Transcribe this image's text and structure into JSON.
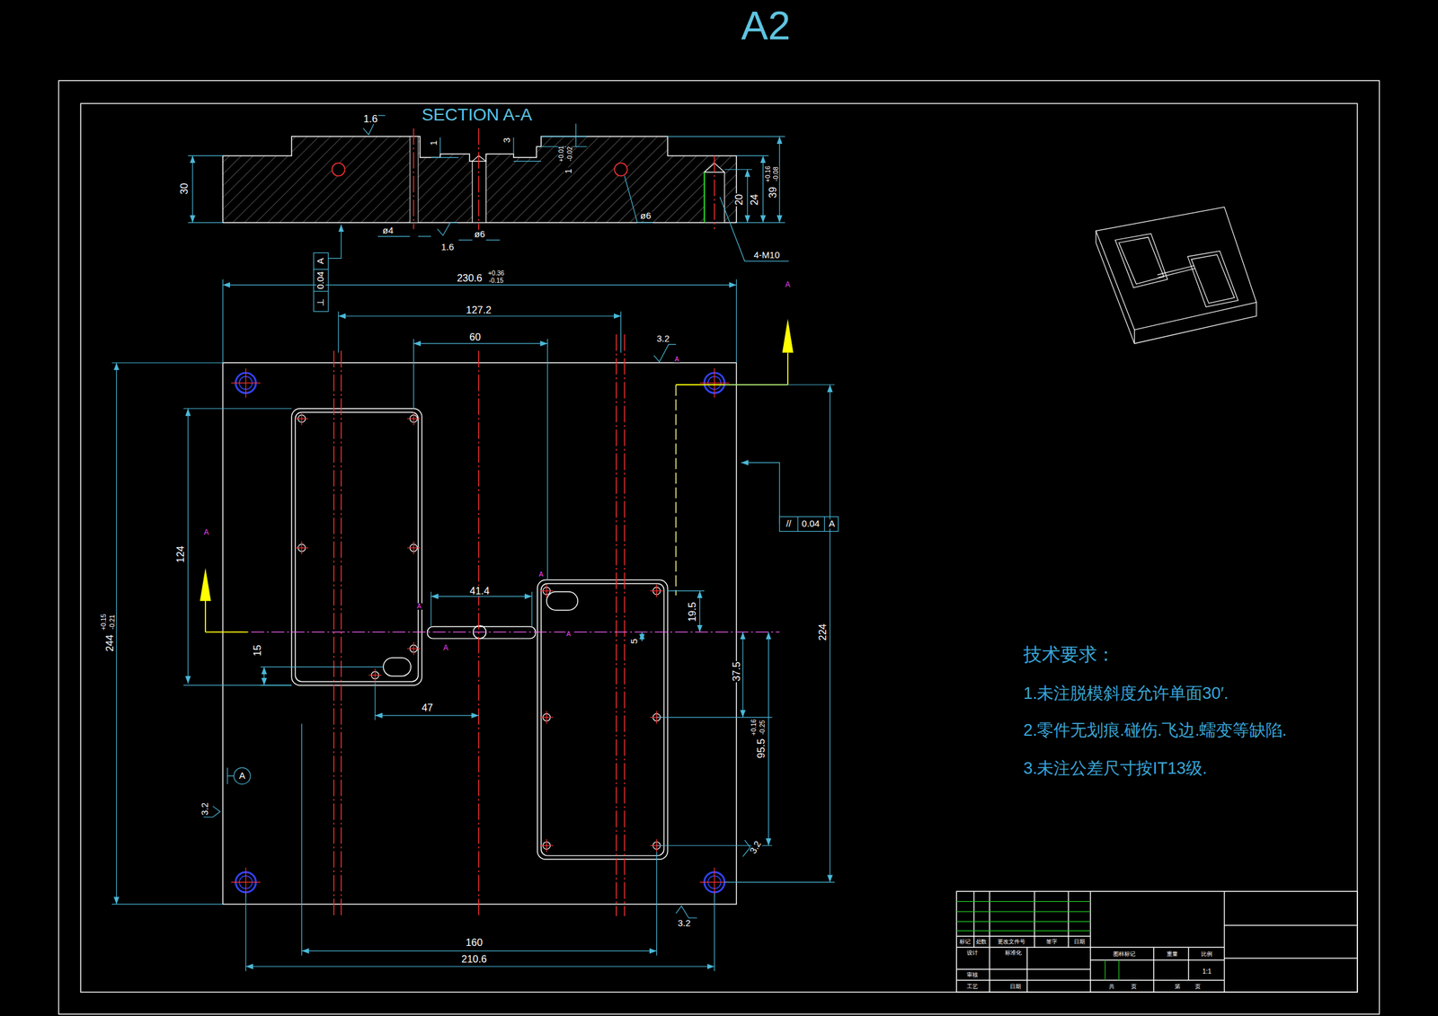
{
  "diagram": {
    "labels": [
      "A2",
      "SECTION A-A",
      "1.6",
      "30",
      "1",
      "3",
      "1",
      "+0.01",
      "-0.02",
      "20",
      "24",
      "39",
      "+0.16",
      "-0.08",
      "ø4",
      "1.6",
      "ø6",
      "ø6",
      "4-M10",
      "A",
      "0.04",
      "⊥",
      "230.6",
      "+0.36",
      "-0.15",
      "127.2",
      "60",
      "3.2",
      "A",
      "A",
      "124",
      "A",
      "244",
      "+0.15",
      "-0.21",
      "41.4",
      "A",
      "A",
      "19.5",
      "A",
      "5",
      "15",
      "A",
      "37.5",
      "47",
      "95.5",
      "+0.16",
      "-0.25",
      "224",
      "//",
      "0.04",
      "A",
      "A",
      "3.2",
      "3.2",
      "3.2",
      "160",
      "210.6",
      "技术要求：",
      "1.未注脱模斜度允许单面30′.",
      "2.零件无划痕.碰伤.飞边.蠕变等缺陷.",
      "3.未注公差尺寸按IT13级.",
      "标记",
      "处数",
      "更改文件号",
      "签字",
      "日期",
      "设计",
      "标准化",
      "审核",
      "工艺",
      "日期",
      "图样标记",
      "重量",
      "比例",
      "1:1",
      "共",
      "页",
      "第",
      "页"
    ]
  }
}
